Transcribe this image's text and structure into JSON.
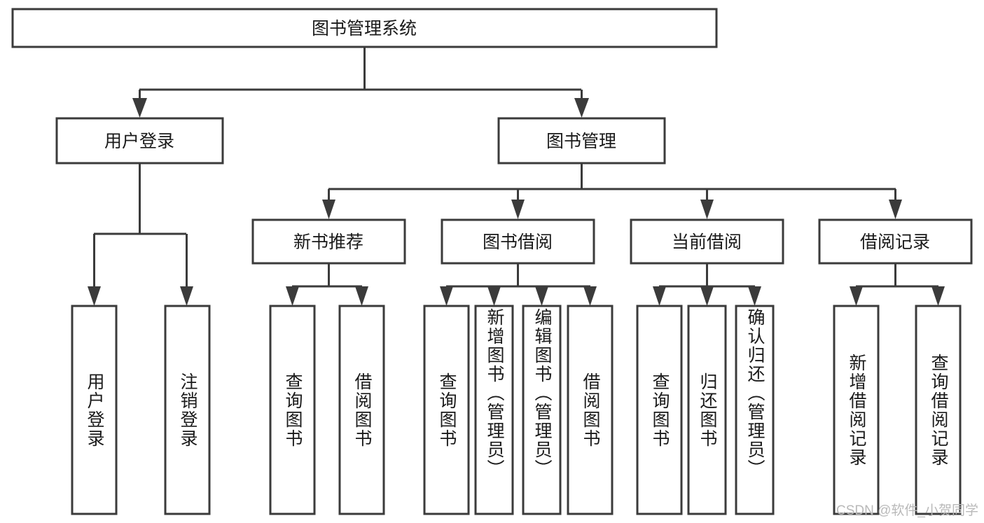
{
  "diagram": {
    "title": "图书管理系统",
    "watermark": "CSDN @软件_小贺同学",
    "colors": {
      "stroke": "#3b3b3b",
      "box_fill": "#ffffff",
      "text": "#1a1a1a",
      "background": "#ffffff",
      "watermark": "#b9b9b9"
    },
    "root": {
      "label": "图书管理系统"
    },
    "level2": [
      {
        "label": "用户登录"
      },
      {
        "label": "图书管理"
      }
    ],
    "level3": [
      {
        "label": "新书推荐"
      },
      {
        "label": "图书借阅"
      },
      {
        "label": "当前借阅"
      },
      {
        "label": "借阅记录"
      }
    ],
    "leaves": {
      "user_login": [
        {
          "label": "用户登录"
        },
        {
          "label": "注销登录"
        }
      ],
      "new_book_recommend": [
        {
          "label": "查询图书"
        },
        {
          "label": "借阅图书"
        }
      ],
      "book_borrow": [
        {
          "label": "查询图书"
        },
        {
          "label": "新增图书（管理员）"
        },
        {
          "label": "编辑图书（管理员）"
        },
        {
          "label": "借阅图书"
        }
      ],
      "current_borrow": [
        {
          "label": "查询图书"
        },
        {
          "label": "归还图书"
        },
        {
          "label": "确认归还（管理员）"
        }
      ],
      "borrow_record": [
        {
          "label": "新增借阅记录"
        },
        {
          "label": "查询借阅记录"
        }
      ]
    }
  }
}
